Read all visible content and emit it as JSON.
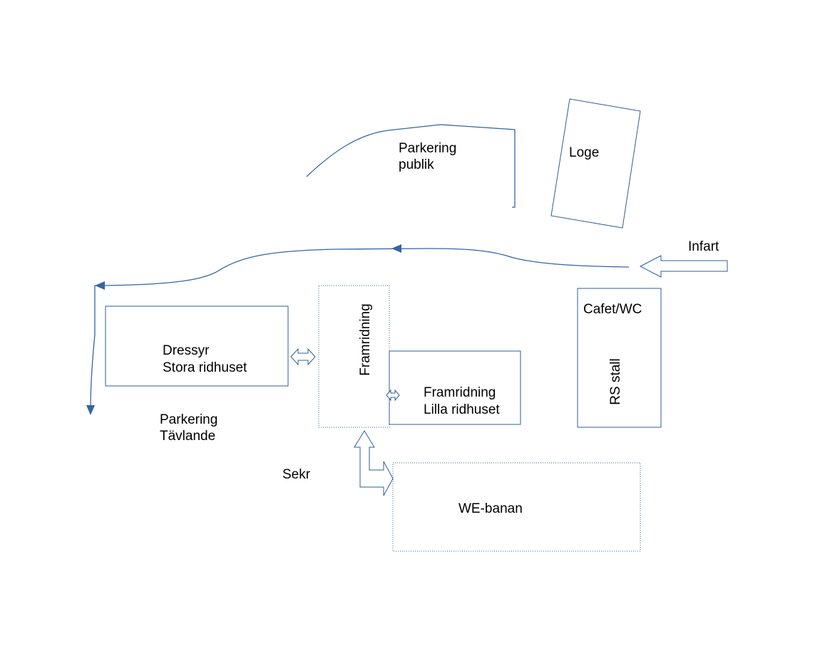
{
  "labels": {
    "parkering_publik": [
      "Parkering",
      "publik"
    ],
    "loge": "Loge",
    "infart": "Infart",
    "dressyr": [
      "Dressyr",
      "Stora ridhuset"
    ],
    "framridning_vertical": "Framridning",
    "framridning_lilla": [
      "Framridning",
      "Lilla ridhuset"
    ],
    "cafe": "Cafet/WC",
    "rs_stall": "RS stall",
    "parkering_tavlande": [
      "Parkering",
      "Tävlande"
    ],
    "sekr": "Sekr",
    "we_banan": "WE-banan"
  },
  "colors": {
    "line": "#2e5f98",
    "arrow": "#3465a4"
  }
}
